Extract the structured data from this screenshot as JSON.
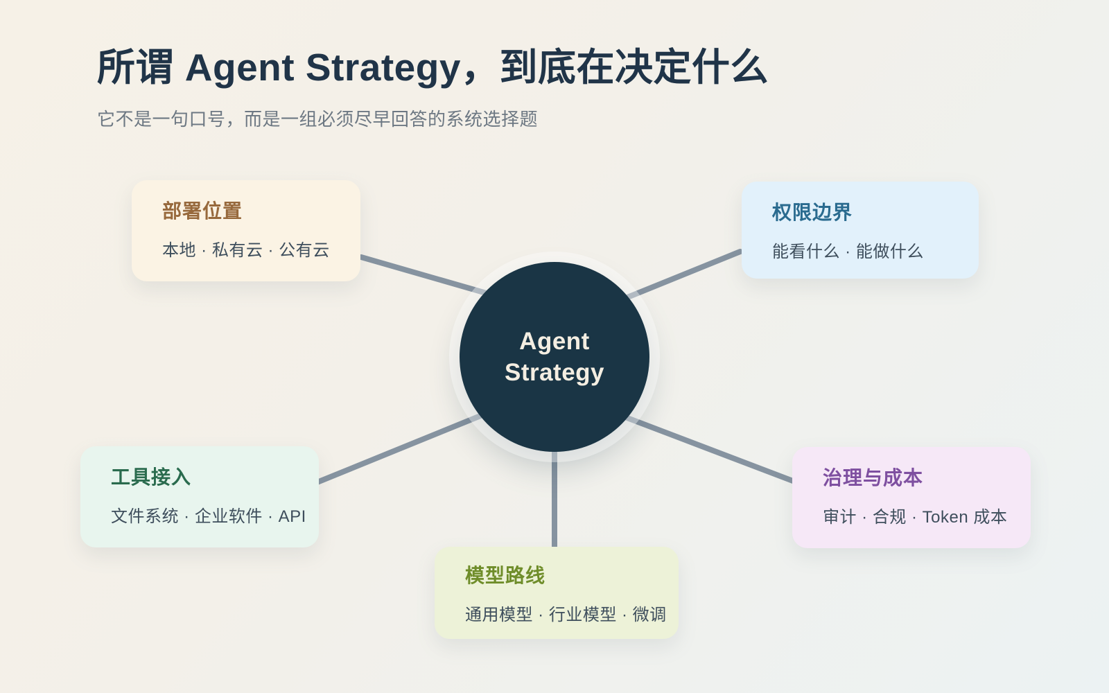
{
  "page": {
    "title": "所谓 Agent Strategy，到底在决定什么",
    "subtitle": "它不是一句口号，而是一组必须尽早回答的系统选择题",
    "background_start": "#f6f1e7",
    "background_end": "#ecf2f3",
    "title_color": "#203448",
    "subtitle_color": "#6d7883"
  },
  "hub": {
    "line1": "Agent",
    "line2": "Strategy",
    "bg": "#1a3545",
    "text_color": "#f4eee2"
  },
  "connectors": {
    "color": "#8693a0"
  },
  "nodes": [
    {
      "id": "deploy",
      "title": "部署位置",
      "body": "本地 · 私有云 · 公有云",
      "title_color": "#97693c",
      "bg": "#fbf3e4"
    },
    {
      "id": "permissions",
      "title": "权限边界",
      "body": "能看什么 · 能做什么",
      "title_color": "#2a6b8f",
      "bg": "#e2f1fb"
    },
    {
      "id": "tools",
      "title": "工具接入",
      "body": "文件系统 · 企业软件 · API",
      "title_color": "#2a6b4e",
      "bg": "#e8f5ee"
    },
    {
      "id": "model",
      "title": "模型路线",
      "body": "通用模型 · 行业模型 · 微调",
      "title_color": "#6f8d2a",
      "bg": "#edf2d8"
    },
    {
      "id": "governance",
      "title": "治理与成本",
      "body": "审计 · 合规 · Token 成本",
      "title_color": "#7e4fa0",
      "bg": "#f6e8f7"
    }
  ]
}
